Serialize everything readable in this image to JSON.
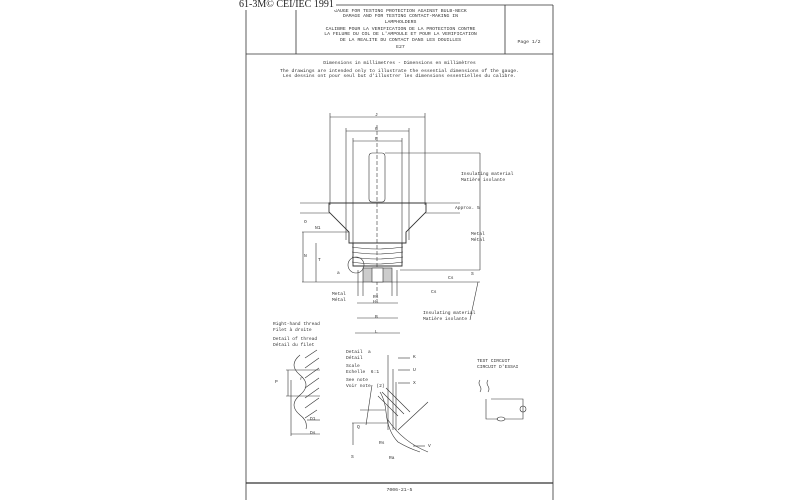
{
  "corner_ref": "61-3M© CEI/IEC 1991",
  "header": {
    "title_en": [
      "GAUGE FOR TESTING PROTECTION AGAINST BULB-NECK",
      "DAMAGE AND FOR TESTING CONTACT-MAKING IN",
      "LAMPHOLDERS"
    ],
    "title_fr": [
      "CALIBRE POUR LA VERIFICATION DE LA PROTECTION CONTRE",
      "LA FELURE DU COL DE L'AMPOULE ET POUR LA VERIFICATION",
      "DE LA REALITE DU CONTACT DANS LES DOUILLES"
    ],
    "code": "E27",
    "page": "Page 1/2"
  },
  "notes": {
    "dimensions": "Dimensions in millimetres - Dimensions en millimètres",
    "line_en": "The drawings are intended only to illustrate the essential dimensions of the gauge.",
    "line_fr": "Les dessins ont pour seul but d'illustrer les dimensions essentielles du calibre."
  },
  "drawing_labels": {
    "J": "J",
    "G": "G",
    "F": "F",
    "insulating_top": "Insulating material\nMatière isolante",
    "approx": "Approx. 5",
    "metal_right": "Metal\nMétal",
    "O": "O",
    "N1": "N1",
    "N": "N",
    "T": "T",
    "a": "a",
    "Cs": "Cs",
    "S": "S",
    "Cs2": "Cs",
    "metal_left": "Metal\nMétal",
    "Rs": "Rs",
    "Hs": "Hs",
    "B": "B",
    "L": "L",
    "insulating_bottom": "Insulating material\nMatière isolante"
  },
  "thread_detail": {
    "rh_thread": "Right-hand thread\nFilet à droite",
    "detail_thread": "Detail of thread\nDétail du filet",
    "P": "P",
    "r": "r",
    "D1": "D1",
    "Ds": "Ds"
  },
  "detail_a": {
    "detail": "Detail  a\nDétail",
    "scale": "Scale\nEchelle  6:1",
    "see_note": "See note\nVoir note  (2)",
    "K": "K",
    "U": "U",
    "X": "X",
    "Q": "Q",
    "Rs": "Rs",
    "Ra": "Ra",
    "V": "V",
    "S": "S"
  },
  "test_circuit": {
    "title": "TEST CIRCUIT\nCIRCUIT D'ESSAI"
  },
  "footer": {
    "drawing_number": "7006-21-5"
  }
}
